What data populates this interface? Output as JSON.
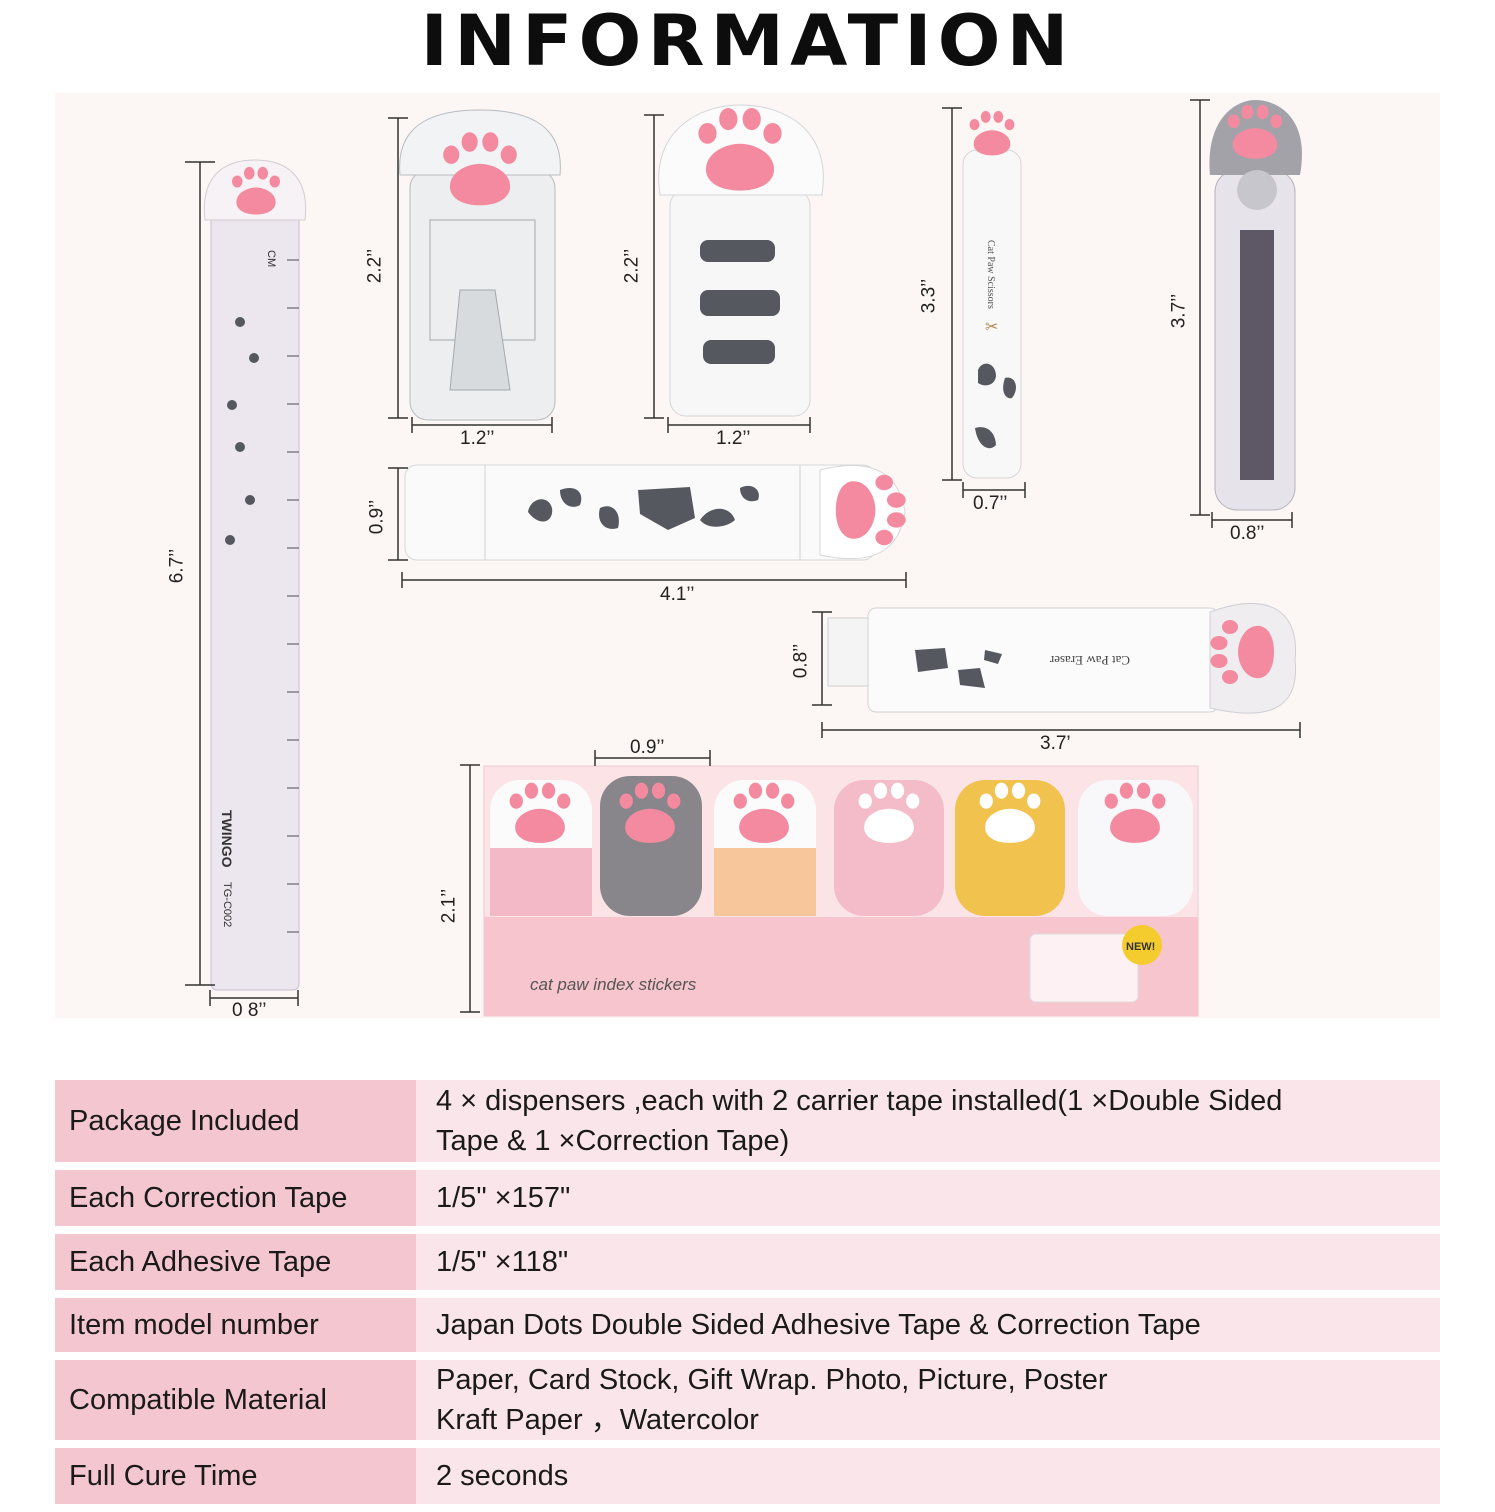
{
  "title": "INFORMATION",
  "products": {
    "ruler": {
      "height": "6.7’’",
      "width": "0 8’’",
      "brand": "TWINGO",
      "model": "TG-C002",
      "unit_label": "CM"
    },
    "sharpener": {
      "height": "2.2’’",
      "width": "1.2’’"
    },
    "tape_dispenser": {
      "height": "2.2’’",
      "width": "1.2’’"
    },
    "scissors": {
      "height": "3.3’’",
      "width": "0.7’’",
      "label": "Cat Paw Scissors"
    },
    "cutter": {
      "height": "3.7’’",
      "width": "0.8’’"
    },
    "highlighter": {
      "height": "0.9’’",
      "width": "4.1’’"
    },
    "eraser": {
      "height": "0.8’’",
      "width": "3.7’",
      "label": "Cat Paw Eraser"
    },
    "index_stickers": {
      "height": "2.1’’",
      "width": "0.9’’",
      "label": "cat paw index stickers",
      "badge": "NEW!"
    }
  },
  "specs": [
    {
      "key": "Package Included",
      "lines": [
        "4 × dispensers ,each with 2 carrier tape installed(1 ×Double Sided",
        "Tape  & 1 ×Correction Tape)"
      ]
    },
    {
      "key": "Each Correction Tape",
      "lines": [
        "1/5\" ×157\""
      ]
    },
    {
      "key": "Each  Adhesive  Tape",
      "lines": [
        "1/5\" ×118\""
      ]
    },
    {
      "key": "Item model number",
      "lines": [
        "Japan Dots Double Sided Adhesive Tape & Correction Tape"
      ]
    },
    {
      "key": "Compatible Material",
      "lines": [
        "Paper, Card Stock, Gift Wrap. Photo, Picture, Poster",
        "Kraft Paper ，Watercolor"
      ]
    },
    {
      "key": "Full Cure Time",
      "lines": [
        "2 seconds"
      ]
    }
  ],
  "colors": {
    "paw_pink": "#f48aa0",
    "key_bg": "#f4c6cf",
    "value_bg": "#fae6ea",
    "stage_bg": "#fcf6f4",
    "patch": "#55595f"
  },
  "icons": [
    "cat-paw-icon",
    "scissors-icon"
  ]
}
